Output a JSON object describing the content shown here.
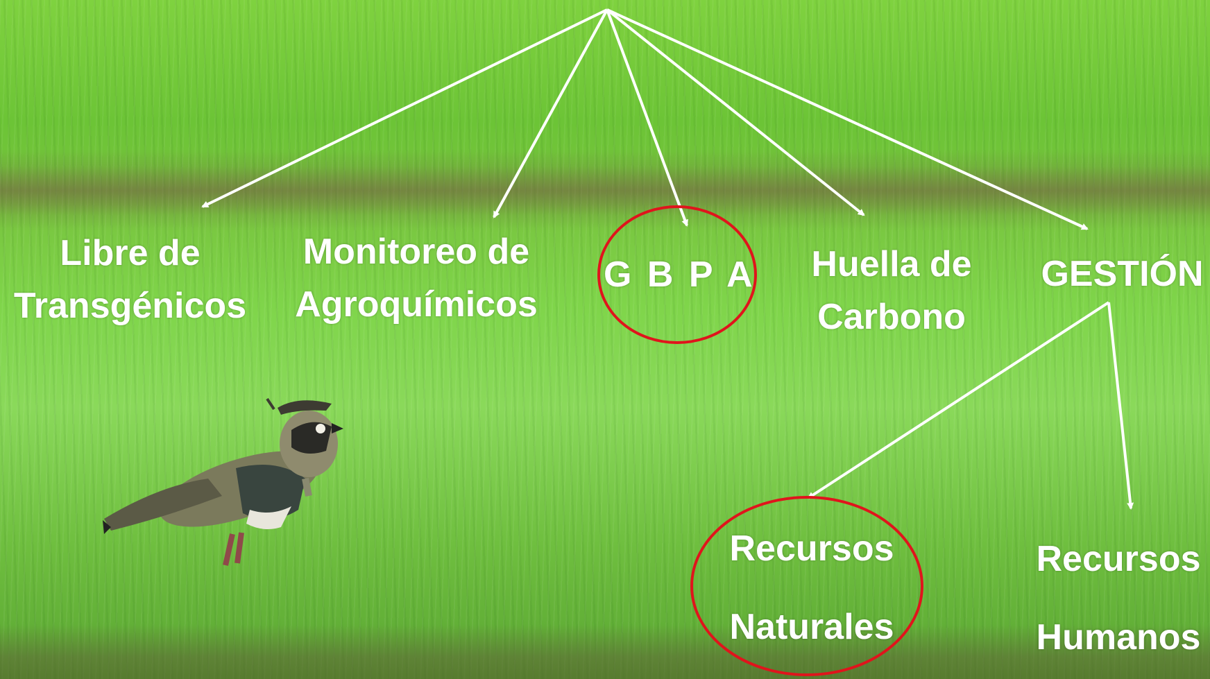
{
  "diagram": {
    "nodes": {
      "libre": {
        "line1": "Libre de",
        "line2": "Transgénicos"
      },
      "monitoreo": {
        "line1": "Monitoreo de",
        "line2": "Agroquímicos"
      },
      "gbpa": {
        "text": "G B P A",
        "highlighted": true
      },
      "huella": {
        "line1": "Huella de",
        "line2": "Carbono"
      },
      "gestion": {
        "text": "GESTIÓN"
      },
      "recursos_naturales": {
        "line1": "Recursos",
        "line2": "Naturales",
        "highlighted": true
      },
      "recursos_humanos": {
        "line1": "Recursos",
        "line2": "Humanos"
      }
    },
    "edges": [
      {
        "from": "root",
        "to": "libre"
      },
      {
        "from": "root",
        "to": "monitoreo"
      },
      {
        "from": "root",
        "to": "gbpa"
      },
      {
        "from": "root",
        "to": "huella"
      },
      {
        "from": "root",
        "to": "gestion"
      },
      {
        "from": "gestion",
        "to": "recursos_naturales"
      },
      {
        "from": "gestion",
        "to": "recursos_humanos"
      }
    ],
    "colors": {
      "text": "#ffffff",
      "arrow": "#ffffff",
      "highlight_circle": "#e0141c",
      "grass": "#7fd23f"
    },
    "background": "grass field with a lapwing bird"
  }
}
